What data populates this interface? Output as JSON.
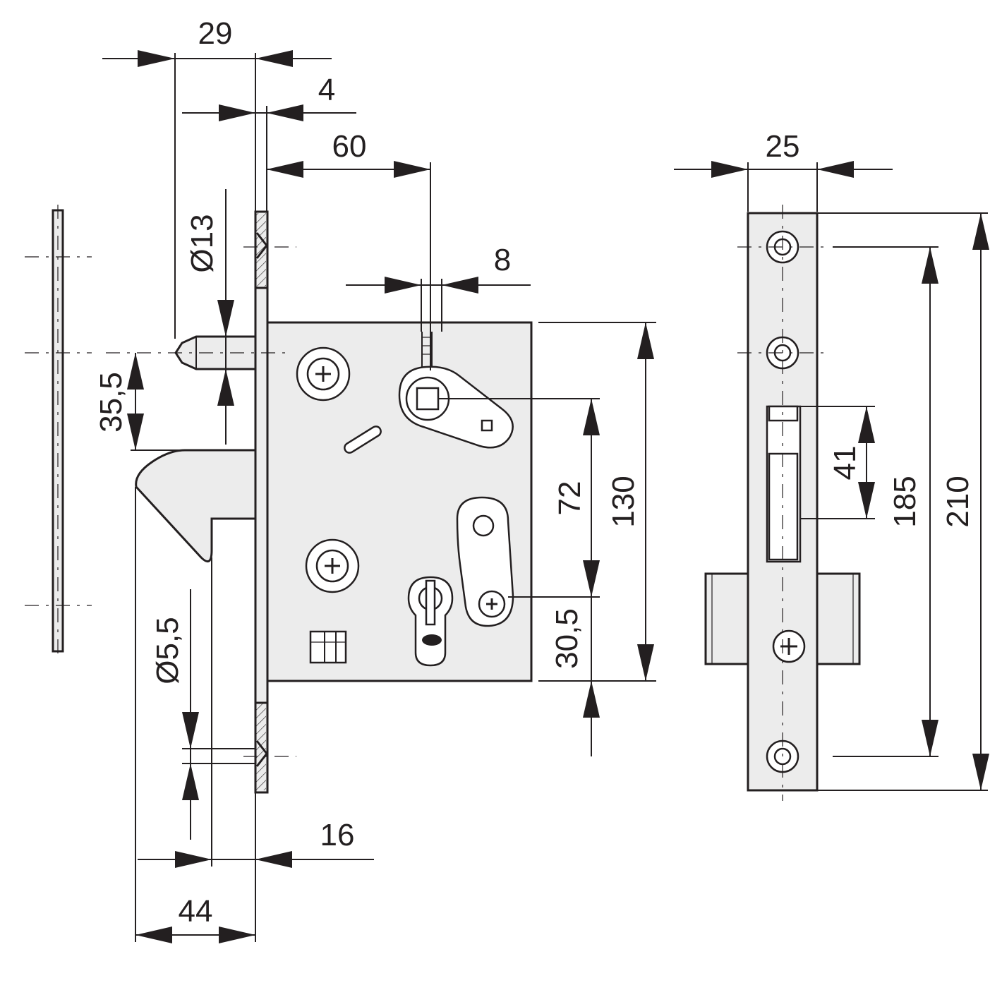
{
  "drawing": {
    "dimensions": {
      "backset_29": "29",
      "plate_4": "4",
      "backset_60": "60",
      "hole_8": "8",
      "diameter_13": "Ø13",
      "offset_35_5": "35,5",
      "distance_72": "72",
      "height_130": "130",
      "offset_30_5": "30,5",
      "diameter_5_5": "Ø5,5",
      "depth_16": "16",
      "throw_44": "44",
      "faceplate_25": "25",
      "slot_41": "41",
      "holes_185": "185",
      "faceplate_210": "210"
    },
    "colors": {
      "line": "#231f20",
      "fill": "#ececec",
      "background": "#ffffff"
    }
  }
}
